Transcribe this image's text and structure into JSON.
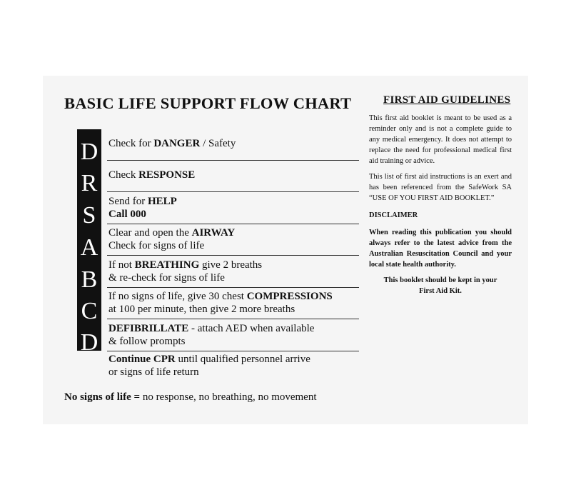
{
  "title": "BASIC LIFE SUPPORT FLOW CHART",
  "letters": [
    "D",
    "R",
    "S",
    "A",
    "B",
    "C",
    "D"
  ],
  "steps": {
    "danger": {
      "a": "Check for ",
      "b": "DANGER",
      "c": " / Safety"
    },
    "response": {
      "a": "Check ",
      "b": "RESPONSE"
    },
    "help": {
      "line1a": "Send for ",
      "line1b": "HELP",
      "line2": "Call 000"
    },
    "airway": {
      "a": "Clear and open the ",
      "b": "AIRWAY",
      "line2": "Check for signs of life"
    },
    "breathing": {
      "a": "If not ",
      "b": "BREATHING",
      "c": " give 2 breaths",
      "line2": "& re-check for signs of life"
    },
    "compressions": {
      "a": "If no signs of life, give 30 chest ",
      "b": "COMPRESSIONS",
      "line2": "at 100 per minute, then give 2 more breaths"
    },
    "defib": {
      "b": "DEFIBRILLATE",
      "c": " - attach AED when available",
      "line2": "& follow prompts"
    },
    "cpr": {
      "b": "Continue CPR",
      "c": " until qualified personnel arrive",
      "line2": "or signs of life return"
    }
  },
  "no_signs": {
    "b": "No signs of life =",
    "c": " no response, no breathing, no movement"
  },
  "guidelines": {
    "heading": "FIRST AID GUIDELINES",
    "para1": "This first aid booklet is meant to be used as a reminder only and is not a complete guide to any medical emergency. It does not attempt to replace the need for professional medical first aid training or advice.",
    "para2": "This list of first aid instructions is an exert and has been referenced from the SafeWork SA “USE OF YOU FIRST AID BOOKLET.”",
    "disclaimer_heading": "DISCLAIMER",
    "disclaimer_text": "When reading this publication you should always refer to the latest advice from the Australian Resuscitation Council and your local state health authority.",
    "keep_note": "This booklet should be kept in your First Aid Kit."
  }
}
